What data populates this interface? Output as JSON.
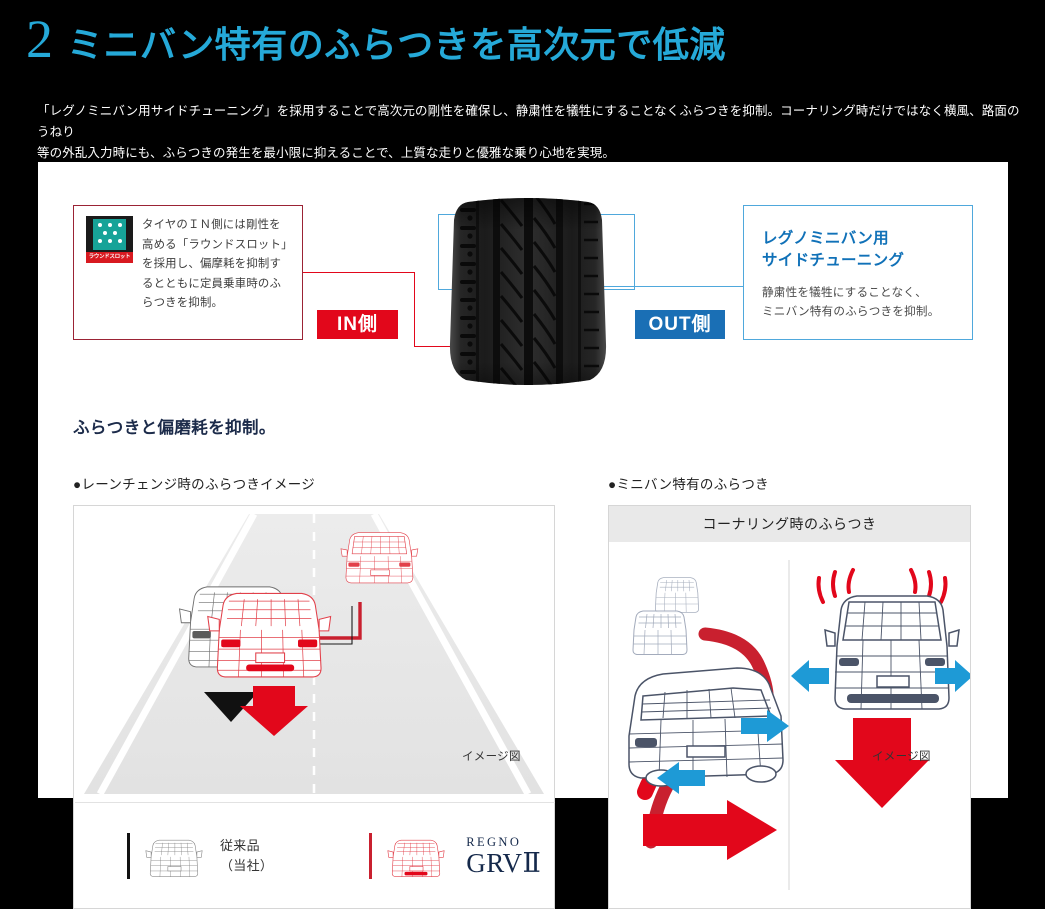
{
  "header": {
    "number": "2",
    "title": "ミニバン特有のふらつきを高次元で低減",
    "title_color": "#25A9D8",
    "lede_line1": "「レグノミニバン用サイドチューニング」を採用することで高次元の剛性を確保し、静粛性を犠牲にすることなくふらつきを抑制。コーナリング時だけではなく横風、路面のうねり",
    "lede_line2": "等の外乱入力時にも、ふらつきの発生を最小限に抑えることで、上質な走りと優雅な乗り心地を実現。"
  },
  "diagram": {
    "in_box": {
      "icon_label": "ラウンドスロット",
      "icon_color": "#17A398",
      "icon_caption_color": "#D81920",
      "body": "タイヤのＩＮ側には剛性を高める「ラウンドスロット」を採用し、偏摩耗を抑制するとともに定員乗車時のふらつきを抑制。",
      "border_color": "#9B2335"
    },
    "out_box": {
      "heading_line1": "レグノミニバン用",
      "heading_line2": "サイドチューニング",
      "body_line1": "静粛性を犠牲にすることなく、",
      "body_line2": "ミニバン特有のふらつきを抑制。",
      "border_color": "#4FA8DC",
      "heading_color": "#1071B8"
    },
    "tag_in": "IN側",
    "tag_in_color": "#E2071B",
    "tag_out": "OUT側",
    "tag_out_color": "#1A6FB5",
    "tire_alt": "タイヤトレッド正面図"
  },
  "lower": {
    "subhead": "ふらつきと偏磨耗を抑制。",
    "left_heading": "●レーンチェンジ時のふらつきイメージ",
    "right_heading": "●ミニバン特有のふらつき",
    "corner_panel_title": "コーナリング時のふらつき",
    "legend": {
      "conventional_line1": "従来品",
      "conventional_line2": "（当社）",
      "regno_brand": "REGNO",
      "regno_model": "GRVⅡ"
    },
    "caption_left": "イメージ図",
    "caption_right": "イメージ図"
  }
}
